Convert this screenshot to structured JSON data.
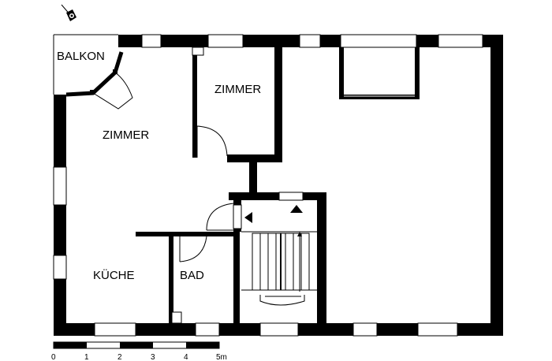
{
  "rooms": {
    "balkon": "BALKON",
    "zimmer_large": "ZIMMER",
    "zimmer_small": "ZIMMER",
    "kueche": "KÜCHE",
    "bad": "BAD"
  },
  "scale": {
    "labels": [
      "0",
      "1",
      "2",
      "3",
      "4",
      "5m"
    ]
  },
  "icons": {
    "north": "north-arrow-icon"
  }
}
